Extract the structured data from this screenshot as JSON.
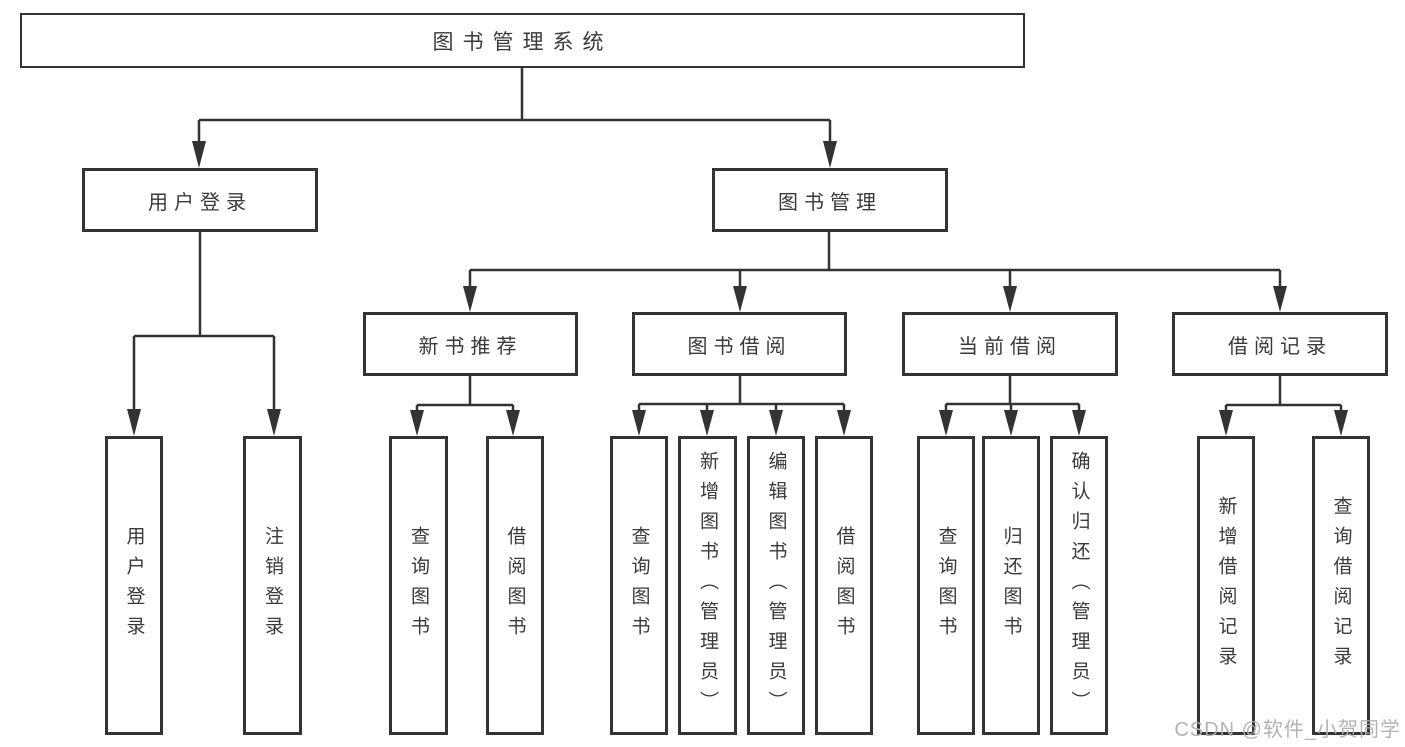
{
  "diagram_title": "图书管理系统",
  "tree": {
    "root": {
      "label": "图书管理系统",
      "children": [
        {
          "label": "用户登录",
          "children": [
            {
              "label": "用户登录"
            },
            {
              "label": "注销登录"
            }
          ]
        },
        {
          "label": "图书管理",
          "children": [
            {
              "label": "新书推荐",
              "children": [
                {
                  "label": "查询图书"
                },
                {
                  "label": "借阅图书"
                }
              ]
            },
            {
              "label": "图书借阅",
              "children": [
                {
                  "label": "查询图书"
                },
                {
                  "label": "新增图书（管理员）"
                },
                {
                  "label": "编辑图书（管理员）"
                },
                {
                  "label": "借阅图书"
                }
              ]
            },
            {
              "label": "当前借阅",
              "children": [
                {
                  "label": "查询图书"
                },
                {
                  "label": "归还图书"
                },
                {
                  "label": "确认归还（管理员）"
                }
              ]
            },
            {
              "label": "借阅记录",
              "children": [
                {
                  "label": "新增借阅记录"
                },
                {
                  "label": "查询借阅记录"
                }
              ]
            }
          ]
        }
      ]
    }
  },
  "watermark": "CSDN @软件_小贺同学",
  "colors": {
    "line": "#333333",
    "text": "#3a3a3a",
    "box_fill": "#ffffff",
    "watermark": "#aab0b6"
  }
}
